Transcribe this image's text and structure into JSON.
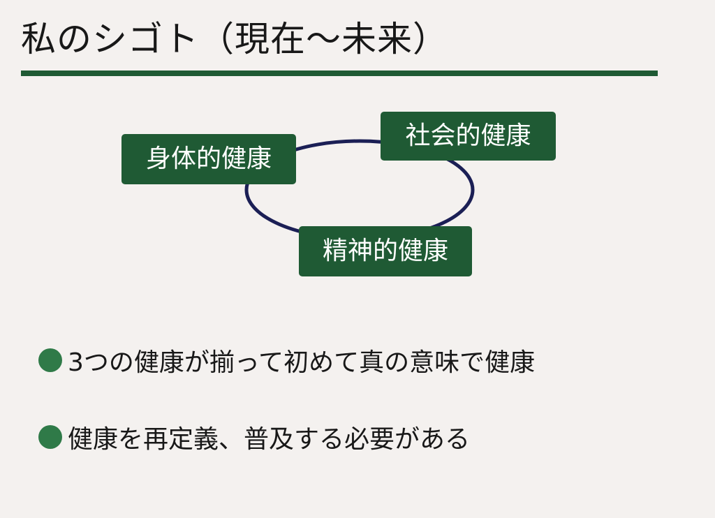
{
  "slide": {
    "title": "私のシゴト（現在～未来）",
    "diagram": {
      "nodes": {
        "physical": "身体的健康",
        "social": "社会的健康",
        "mental": "精神的健康"
      }
    },
    "bullets": [
      "3つの健康が揃って初めて真の意味で健康",
      "健康を再定義、普及する必要がある"
    ]
  },
  "colors": {
    "background": "#f4f1ef",
    "accent_green": "#1f5a34",
    "bullet_green": "#2f7a48",
    "cycle_stroke": "#1b1f55",
    "text": "#181818"
  }
}
